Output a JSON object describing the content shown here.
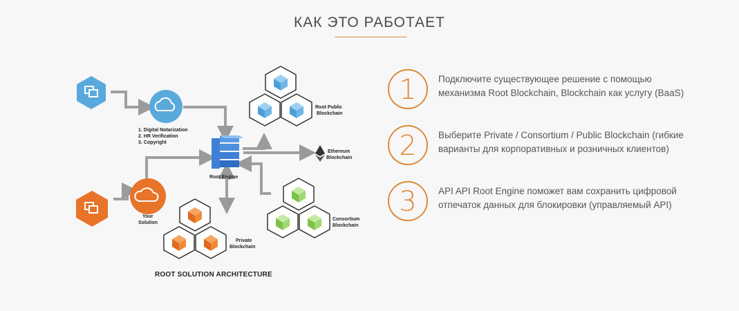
{
  "section": {
    "title": "КАК ЭТО РАБОТАЕТ"
  },
  "diagram": {
    "title": "ROOT SOLUTION ARCHITECTURE",
    "nodes": {
      "list_item_1": "1. Digital Notarization",
      "list_item_2": "2. HR Verification",
      "list_item_3": "3. Copyright",
      "root_engine": "Root Engine",
      "your_solution_line1": "Your",
      "your_solution_line2": "Solution",
      "public_line1": "Root Public",
      "public_line2": "Blockchain",
      "ethereum_line1": "Ethereum",
      "ethereum_line2": "Blockchain",
      "consortium_line1": "Consortium",
      "consortium_line2": "Blockchain",
      "private_line1": "Private",
      "private_line2": "Blockchain"
    },
    "colors": {
      "blue": "#5aa9dc",
      "orange": "#e8742a",
      "green": "#8fce5c",
      "arrow": "#9a9a9a",
      "engine": "#3f7fd6"
    }
  },
  "steps": [
    {
      "number": "1",
      "text": "Подключите существующее решение с помощью механизма Root Blockchain, Blockchain как услугу (BaaS)"
    },
    {
      "number": "2",
      "text": "Выберите Private / Consortium / Public Blockchain (гибкие варианты для корпоративных и розничных клиентов)"
    },
    {
      "number": "3",
      "text": "API API Root Engine поможет вам сохранить цифровой отпечаток данных для блокировки (управляемый API)"
    }
  ],
  "accent_color": "#e08a3a"
}
